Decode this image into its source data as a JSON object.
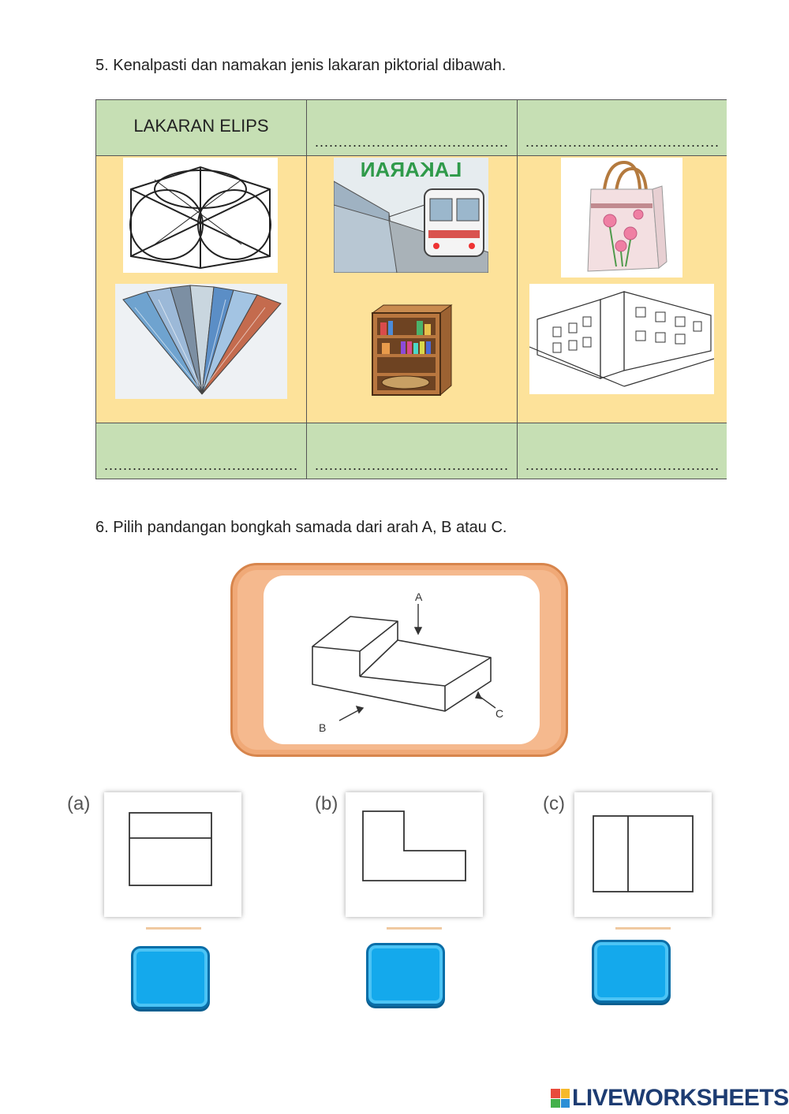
{
  "question5": "5. Kenalpasti dan namakan jenis lakaran piktorial dibawah.",
  "question6": "6. Pilih pandangan bongkah samada dari arah A, B atau C.",
  "table": {
    "header_col1": "LAKARAN ELIPS",
    "answer_dots": "...........................................",
    "train_sign": "LAKARAN"
  },
  "figure": {
    "label_a": "A",
    "label_b": "B",
    "label_c": "C"
  },
  "choices": {
    "a": "(a)",
    "b": "(b)",
    "c": "(c)"
  },
  "branding": {
    "name": "LIVEWORKSHEETS",
    "color": "#1d3c72"
  },
  "colors": {
    "header_green": "#c6dfb4",
    "body_yellow": "#fde29a",
    "answer_blue": "#14a9ec",
    "frame_orange": "#f5b98e"
  }
}
